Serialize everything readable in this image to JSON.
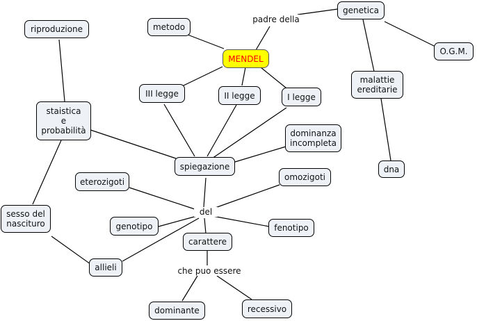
{
  "nodes": {
    "mendel": "MENDEL",
    "genetica": "genetica",
    "metodo": "metodo",
    "riproduzione": "riproduzione",
    "ogm": "O.G.M.",
    "malattie_ereditarie": "malattie\nereditarie",
    "terza_legge": "III legge",
    "seconda_legge": "II legge",
    "prima_legge": "I legge",
    "statistica": "staistica\ne\nprobabilità",
    "dominanza_incompleta": "dominanza\nincompleta",
    "spiegazione": "spiegazione",
    "dna": "dna",
    "eterozigoti": "eterozigoti",
    "omozigoti": "omozigoti",
    "sesso_del_nascituro": "sesso del\nnascituro",
    "genotipo": "genotipo",
    "fenotipo": "fenotipo",
    "carattere": "carattere",
    "allieli": "allieli",
    "dominante": "dominante",
    "recessivo": "recessivo"
  },
  "link_words": {
    "padre_della": "padre della",
    "del": "del",
    "che_puo_essere": "che puo essere"
  }
}
